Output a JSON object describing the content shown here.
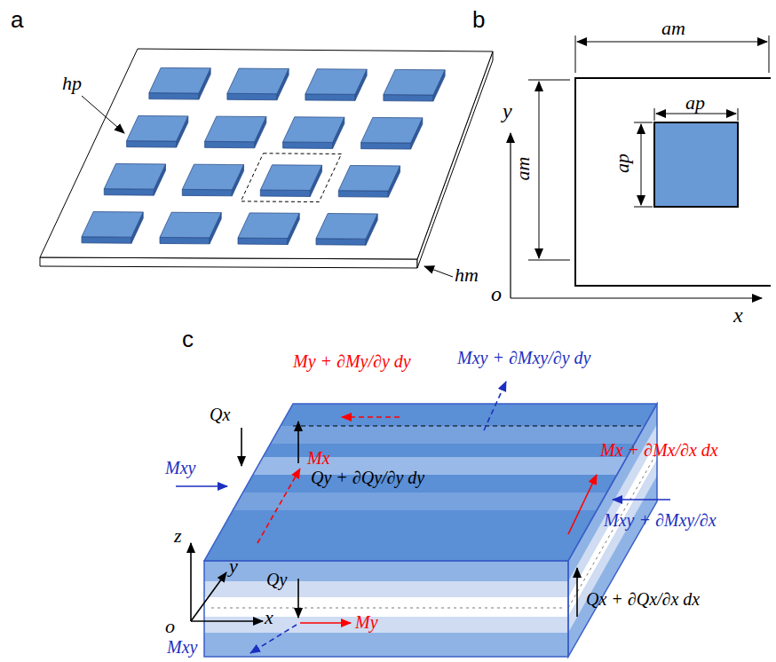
{
  "diagram": {
    "labels": [
      "a",
      "hp",
      "hm",
      "b",
      "am",
      "y",
      "am",
      "ap",
      "ap",
      "o",
      "x",
      "c",
      "My + ∂My/∂y dy",
      "Mxy + ∂Mxy/∂y dy",
      "Qx",
      "Mx",
      "Mxy",
      "Qy + ∂Qy/∂y dy",
      "Mx + ∂Mx/∂x dx",
      "Mxy + ∂Mxy/∂x",
      "z",
      "y",
      "Qy",
      "x",
      "o",
      "My",
      "Qx + ∂Qx/∂x dx",
      "Mxy"
    ]
  }
}
